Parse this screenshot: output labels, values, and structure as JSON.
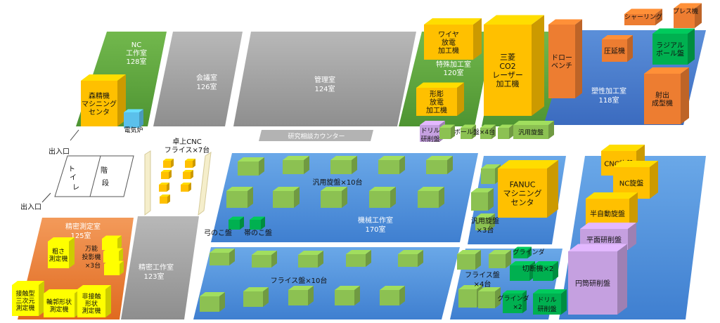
{
  "rooms": {
    "nc": {
      "name": "NC",
      "name2": "工作室",
      "num": "128室"
    },
    "meeting": {
      "name": "会議室",
      "num": "126室"
    },
    "admin": {
      "name": "管理室",
      "num": "124室"
    },
    "special": {
      "name": "特殊加工室",
      "num": "120室"
    },
    "plastic": {
      "name": "塑性加工室",
      "num": "118室"
    },
    "mech": {
      "name": "機械工作室",
      "num": "170室"
    },
    "precisionMeas": {
      "name": "精密測定室",
      "num": "125室"
    },
    "precisionWork": {
      "name": "精密工作室",
      "num": "123室"
    }
  },
  "counter": "研究相談カウンター",
  "entrances": {
    "e1": "出入口",
    "e2": "出入口"
  },
  "toilet": {
    "l1": "ト",
    "l2": "イ",
    "l3": "レ"
  },
  "stairs": {
    "l1": "階",
    "l2": "段"
  },
  "desktop": {
    "l1": "卓上CNC",
    "l2": "フライス×7台"
  },
  "machines": {
    "mori": [
      "森精機",
      "マシニング",
      "センタ"
    ],
    "denki": "電気炉",
    "wire": [
      "ワイヤ",
      "放電",
      "加工機"
    ],
    "katabori": [
      "形彫",
      "放電",
      "加工機"
    ],
    "co2": [
      "三菱",
      "CO2",
      "レーザー",
      "加工機"
    ],
    "drawbench": [
      "ドロー",
      "ベンチ"
    ],
    "rolling": "圧延機",
    "radial": [
      "ラジアル",
      "ボール盤"
    ],
    "injection": [
      "射出",
      "成型機"
    ],
    "shearing": "シャーリング",
    "press": "プレス機",
    "drill1": [
      "ドリル",
      "研削盤"
    ],
    "ballx4": "ボール盤×4台",
    "lathe1": "汎用旋盤",
    "lathe10": "汎用旋盤×10台",
    "mill10": "フライス盤×10台",
    "yumi": "弓のこ盤",
    "obi": "帯のこ盤",
    "fanuc": [
      "FANUC",
      "マシニング",
      "センタ"
    ],
    "lathe3": [
      "汎用旋盤",
      "×3台"
    ],
    "cnclathe": "CNC旋盤",
    "nclathe": "NC旋盤",
    "semiauto": "半自動旋盤",
    "surfgrind": "平面研削盤",
    "cylgrind": "円筒研削盤",
    "grinder1": "グラインダ",
    "cutter2": "切断機×2",
    "grinder2": [
      "グラインダ",
      "×2"
    ],
    "drill2": [
      "ドリル",
      "研削盤"
    ],
    "mill4": [
      "フライス盤",
      "×4台"
    ],
    "roughness": [
      "粗さ",
      "測定機"
    ],
    "projector": [
      "万能",
      "投影機",
      "×3台"
    ],
    "cmm": [
      "接触型",
      "三次元",
      "測定機"
    ],
    "contour": [
      "輪郭形状",
      "測定機"
    ],
    "noncontact": [
      "非接触",
      "形状",
      "測定機"
    ]
  },
  "colors": {
    "green": "#5aa13a",
    "gray": "#a6a6a6",
    "blue": "#4472c4",
    "orange": "#ed7d31",
    "yellow": "#ffc000",
    "cube": "#8cc152",
    "lime": "#00b050",
    "purple": "#c5a0e0",
    "brightYellow": "#ffff00",
    "cyan": "#5bc0eb"
  }
}
